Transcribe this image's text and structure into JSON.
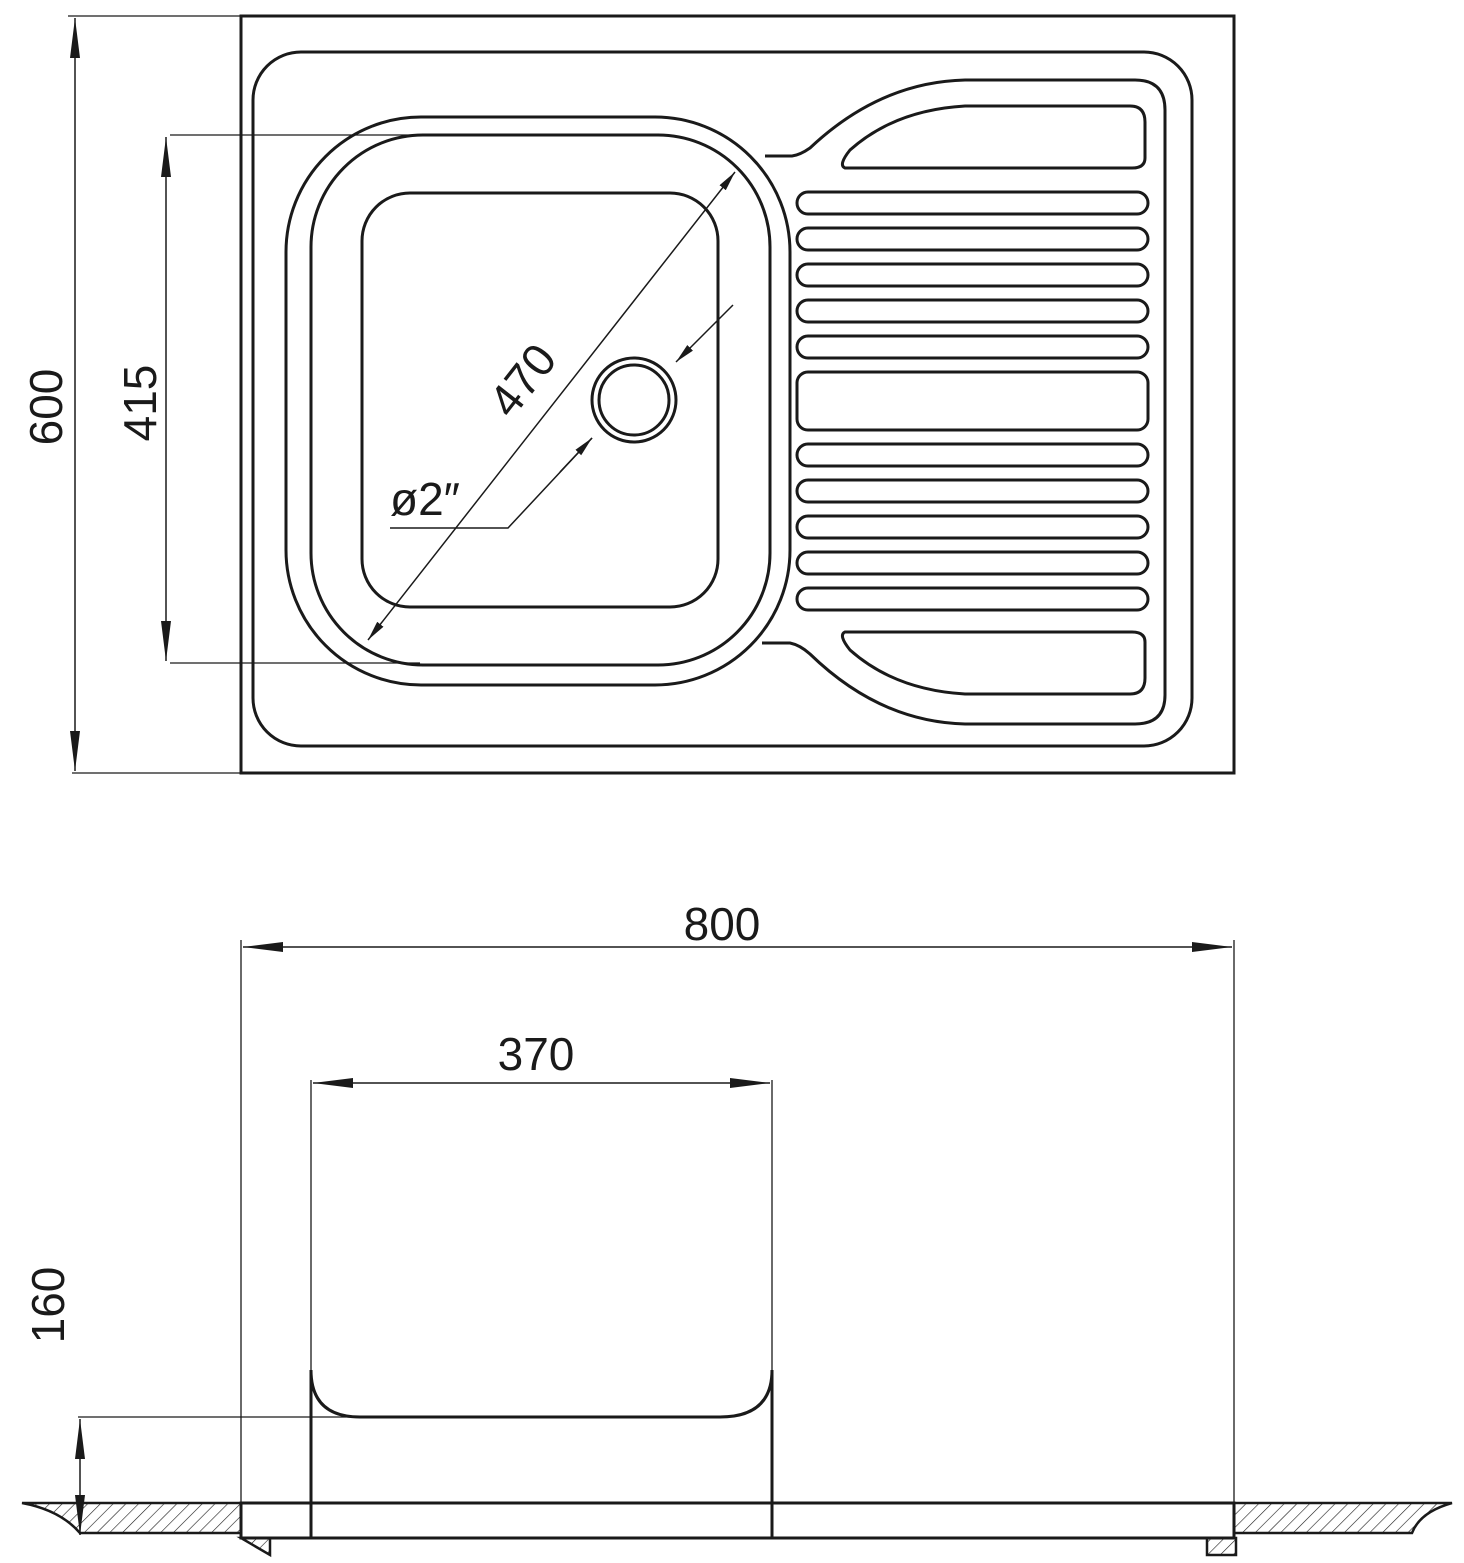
{
  "title": "Sink technical drawing",
  "top_view": {
    "dimensions": {
      "overall_depth": "600",
      "bowl_depth": "415",
      "bowl_diagonal": "470",
      "drain_diameter": "ø2″"
    },
    "drainboard_ribs": 10
  },
  "side_view": {
    "dimensions": {
      "overall_width": "800",
      "bowl_width": "370",
      "bowl_height": "160"
    }
  },
  "colors": {
    "line": "#1a1a1a",
    "background": "#ffffff"
  }
}
